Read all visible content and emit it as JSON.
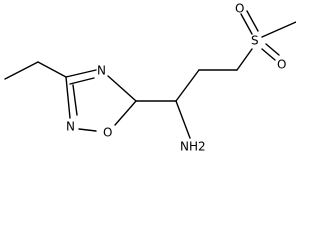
{
  "molecule": {
    "atoms": {
      "ring_n_upper": "N",
      "ring_n_lower": "N",
      "ring_o": "O",
      "amine": "NH2",
      "sulfur": "S",
      "sulfonyl_o_upper": "O",
      "sulfonyl_o_lower": "O"
    }
  },
  "colors": {
    "bond": "#000000",
    "label": "#000000",
    "background": "#ffffff"
  }
}
